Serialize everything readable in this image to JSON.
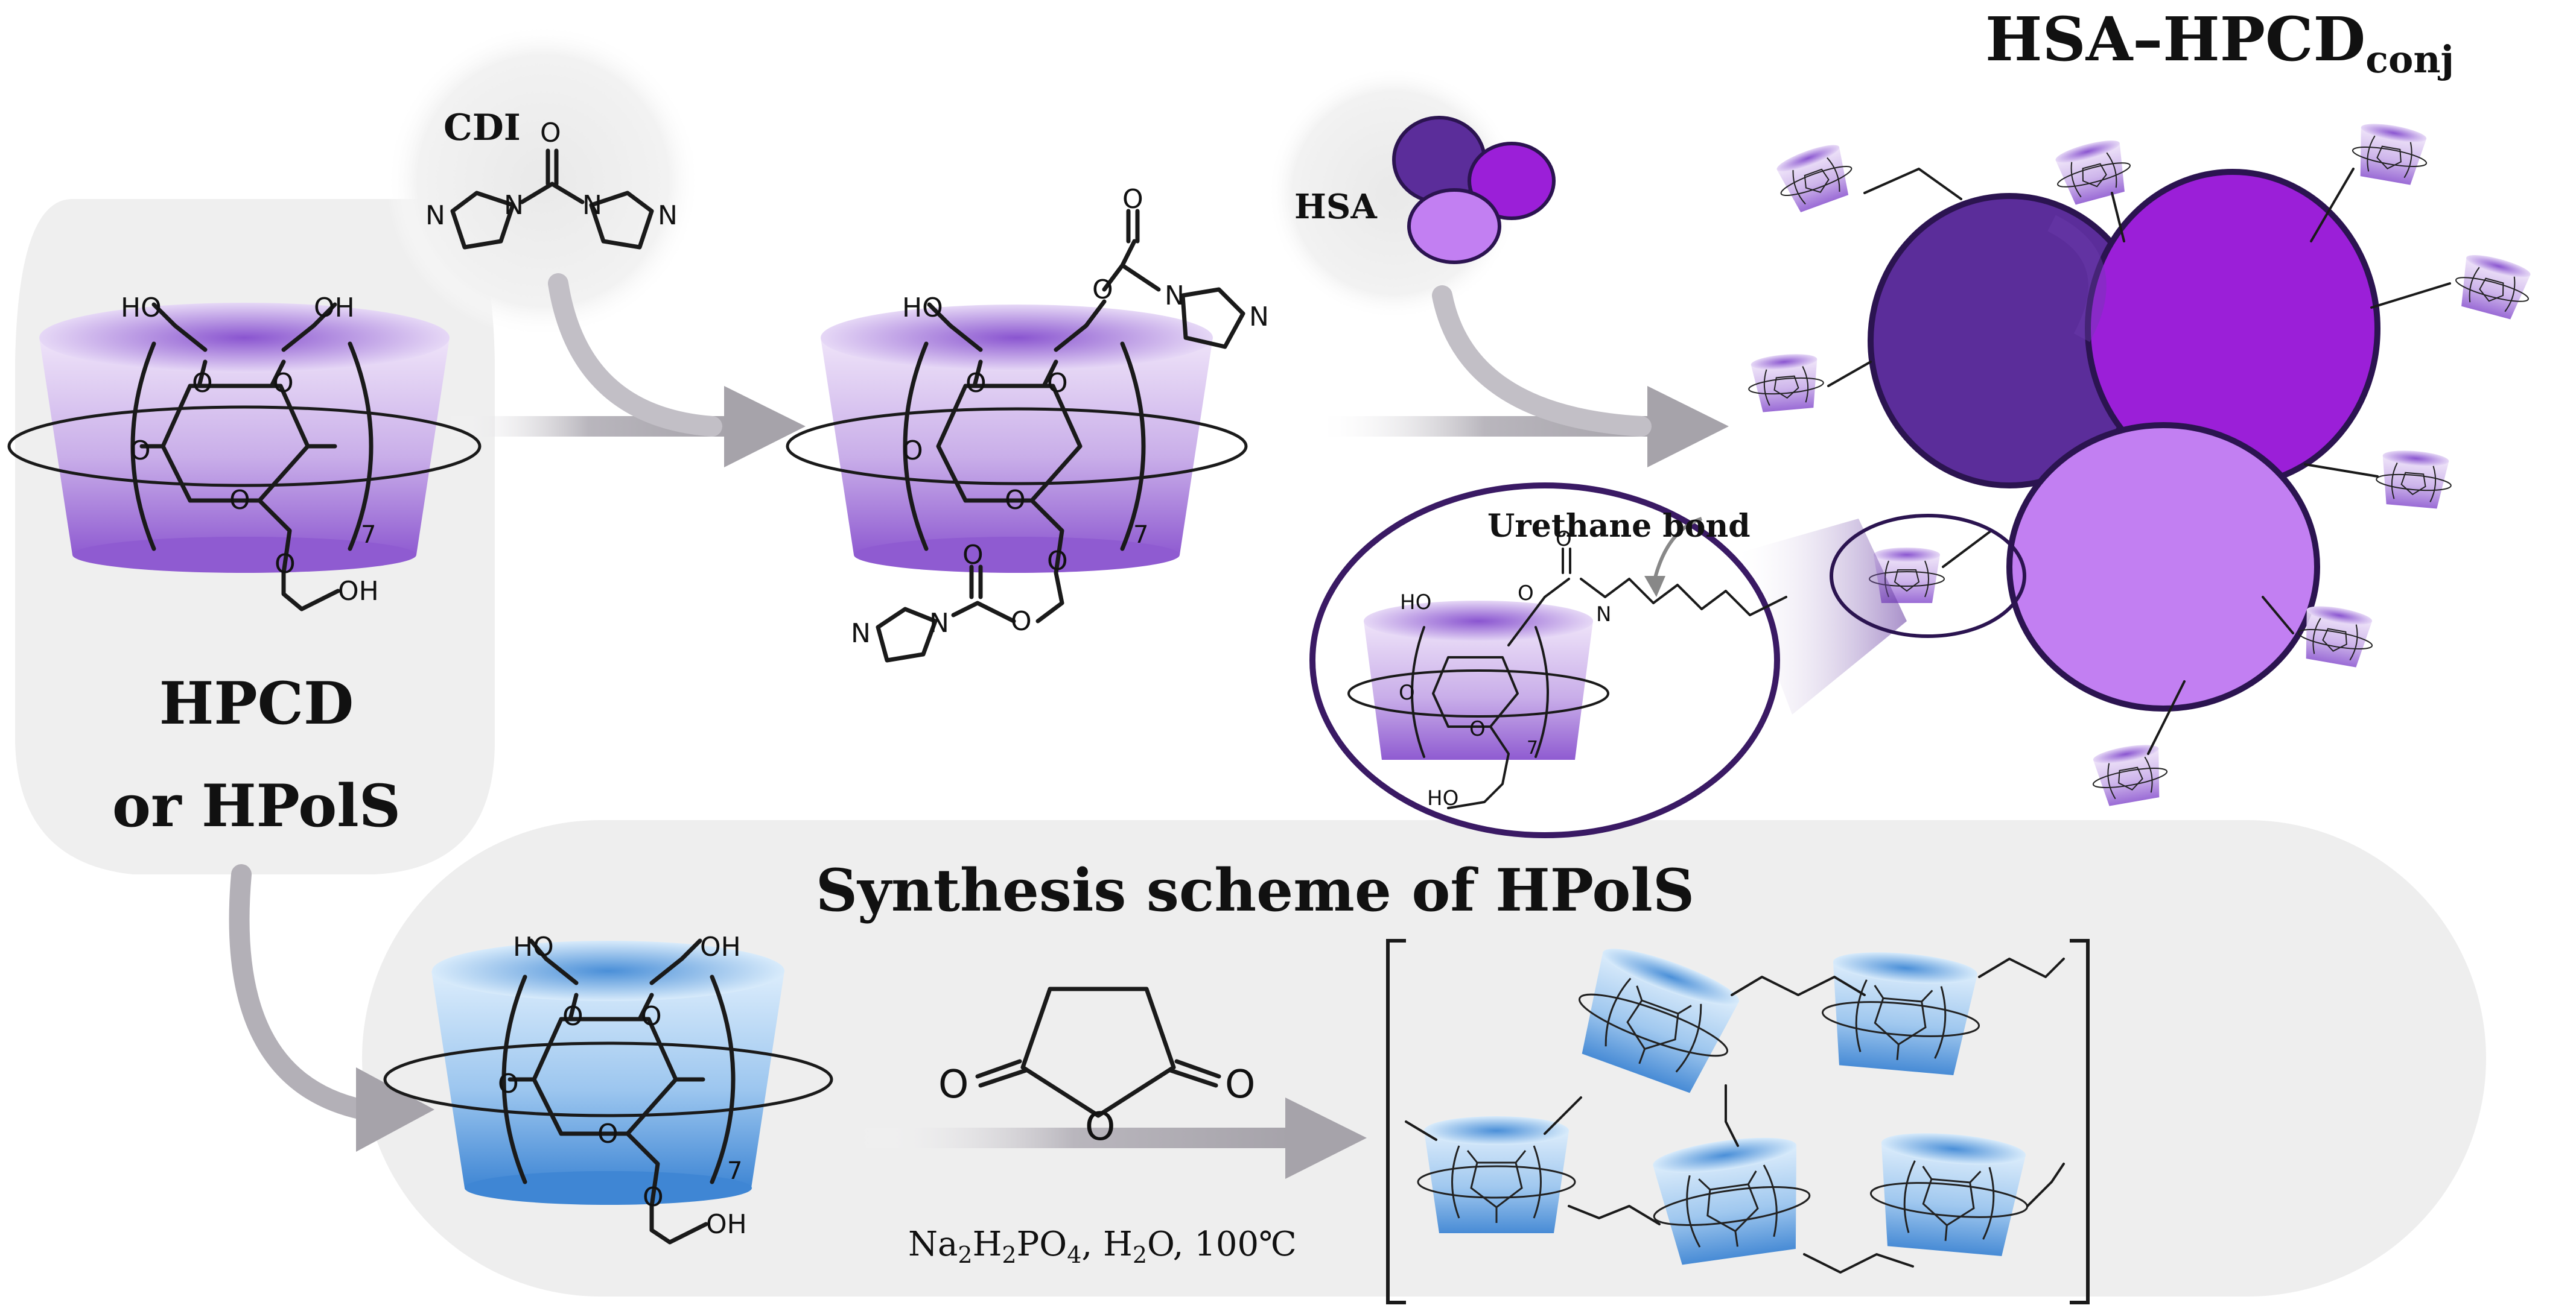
{
  "labels": {
    "main_title": "HSA–HPCD",
    "main_title_sub": "conj",
    "cdi": "CDI",
    "hsa": "HSA",
    "hpcd": "HPCD",
    "or_hpols": "or HPolS",
    "urethane": "Urethane bond",
    "synthesis_title": "Synthesis scheme of HPolS",
    "conditions_parts": [
      "Na",
      "2",
      "H",
      "2",
      "PO",
      "4",
      ", H",
      "2",
      "O, 100℃"
    ]
  },
  "atoms": {
    "ho": "HO",
    "oh": "OH",
    "o": "O",
    "n": "N",
    "seven": "7",
    "h": "H"
  },
  "colors": {
    "purple_dark": "#5b2d9a",
    "purple_magenta": "#9b1fd8",
    "purple_light": "#c27ff2",
    "lavender_top": "#eadcf7",
    "lavender_bottom": "#9a6ad6",
    "blue_top": "#cfe6fb",
    "blue_bottom": "#4a8fd8",
    "arrow_gray": "#a9a6ad",
    "panel_gray": "#efefef"
  }
}
